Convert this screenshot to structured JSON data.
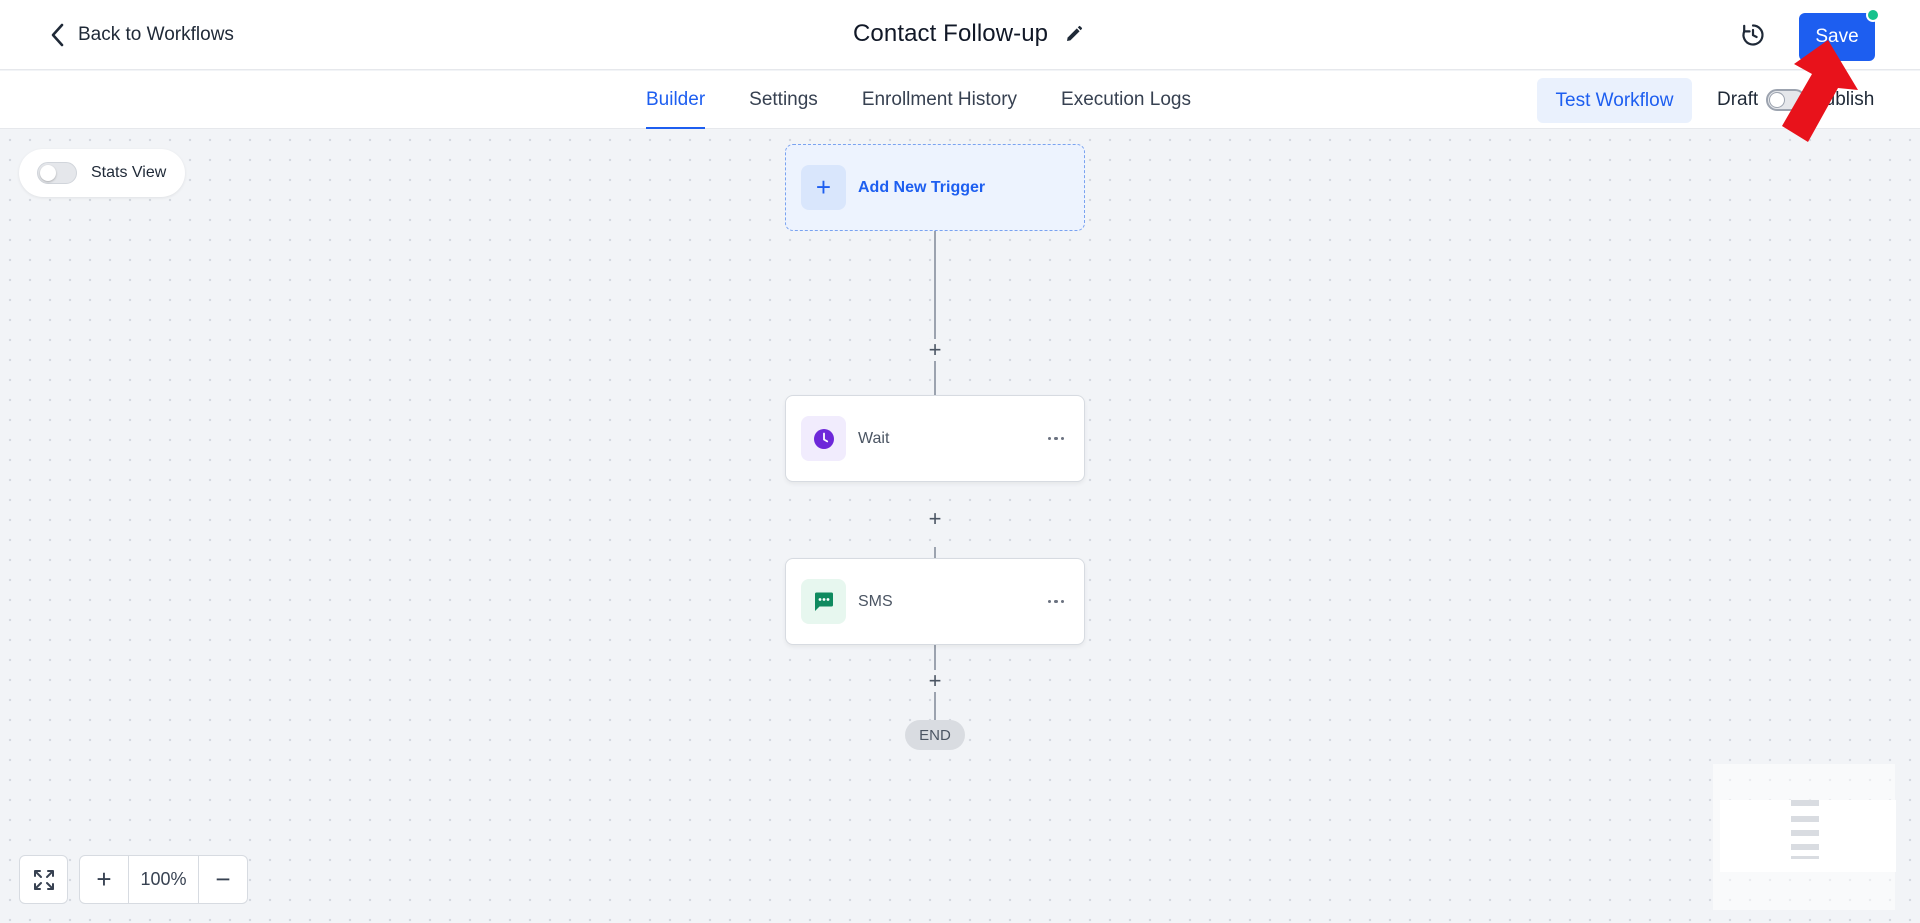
{
  "header": {
    "back_label": "Back to Workflows",
    "title": "Contact Follow-up",
    "save_label": "Save",
    "save_color": "#1d5ef0",
    "unsaved_dot_color": "#16c28c"
  },
  "tabs": [
    {
      "label": "Builder",
      "active": true
    },
    {
      "label": "Settings",
      "active": false
    },
    {
      "label": "Enrollment History",
      "active": false
    },
    {
      "label": "Execution Logs",
      "active": false
    }
  ],
  "actions": {
    "test_label": "Test Workflow",
    "draft_label": "Draft",
    "publish_label": "Publish",
    "published": false
  },
  "canvas": {
    "stats_view_label": "Stats View",
    "stats_view_on": false,
    "trigger_label": "Add New Trigger",
    "nodes": [
      {
        "label": "Wait",
        "icon": "clock-icon",
        "icon_color": "#6d28d9",
        "icon_bg": "#f1ecfd"
      },
      {
        "label": "SMS",
        "icon": "sms-icon",
        "icon_color": "#0f8a5f",
        "icon_bg": "#e7f7ef"
      }
    ],
    "end_label": "END",
    "zoom_level": "100%"
  },
  "annotation": {
    "arrow_color": "#e8121b",
    "target": "save-button"
  }
}
